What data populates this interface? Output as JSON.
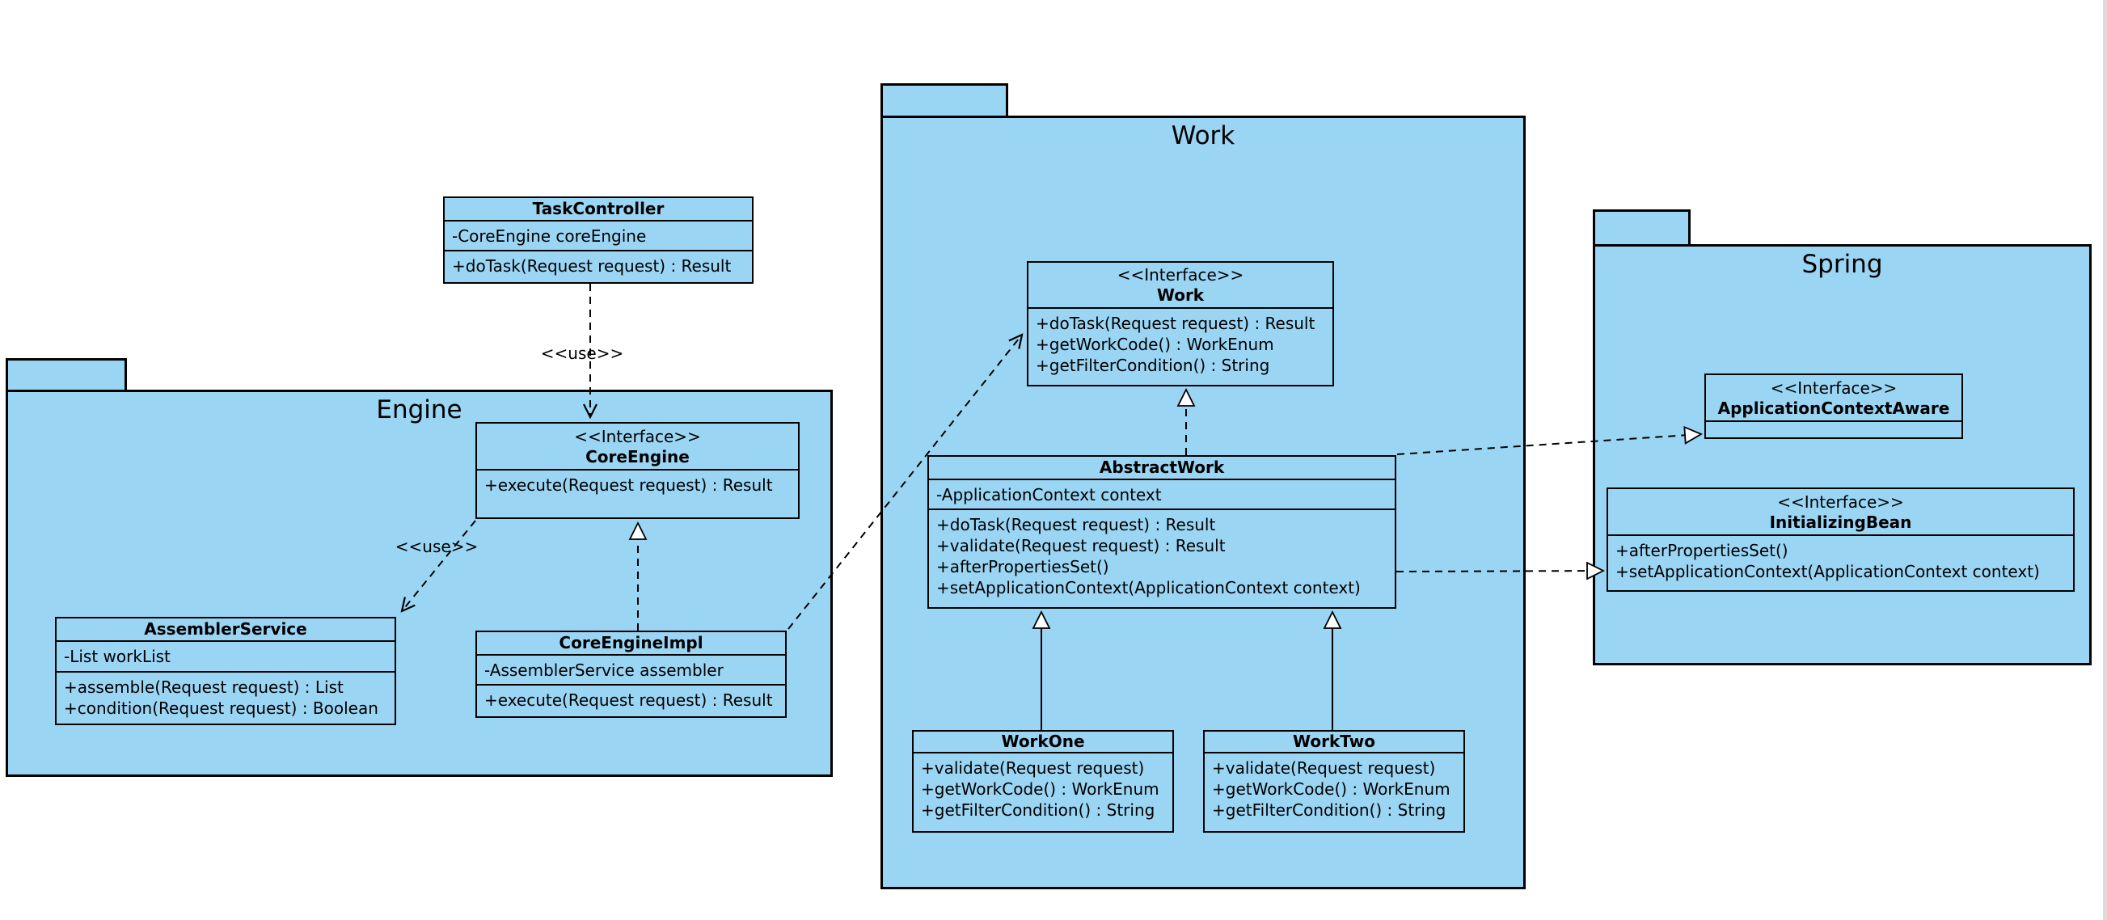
{
  "diagram": {
    "background_color": "#ffffff",
    "node_fill_color": "#9BD5F4",
    "border_color": "#000000"
  },
  "packages": {
    "engine": {
      "title": "Engine"
    },
    "work": {
      "title": "Work"
    },
    "spring": {
      "title": "Spring"
    }
  },
  "classes": {
    "task_controller": {
      "title": "TaskController",
      "attributes": [
        "-CoreEngine coreEngine"
      ],
      "methods": [
        "+doTask(Request request) : Result"
      ]
    },
    "core_engine": {
      "stereotype": "<<Interface>>",
      "title": "CoreEngine",
      "methods": [
        "+execute(Request request) : Result"
      ]
    },
    "assembler_service": {
      "title": "AssemblerService",
      "attributes": [
        "-List workList"
      ],
      "methods": [
        "+assemble(Request request) : List",
        "+condition(Request request) : Boolean"
      ]
    },
    "core_engine_impl": {
      "title": "CoreEngineImpl",
      "attributes": [
        "-AssemblerService assembler"
      ],
      "methods": [
        "+execute(Request request) : Result"
      ]
    },
    "work_interface": {
      "stereotype": "<<Interface>>",
      "title": "Work",
      "methods": [
        "+doTask(Request request) : Result",
        "+getWorkCode() : WorkEnum",
        "+getFilterCondition() : String"
      ]
    },
    "abstract_work": {
      "title": "AbstractWork",
      "attributes": [
        "-ApplicationContext context"
      ],
      "methods": [
        "+doTask(Request request) : Result",
        "+validate(Request request) : Result",
        "+afterPropertiesSet()",
        "+setApplicationContext(ApplicationContext context)"
      ]
    },
    "work_one": {
      "title": "WorkOne",
      "methods": [
        "+validate(Request request)",
        "+getWorkCode() : WorkEnum",
        "+getFilterCondition() : String"
      ]
    },
    "work_two": {
      "title": "WorkTwo",
      "methods": [
        "+validate(Request request)",
        "+getWorkCode() : WorkEnum",
        "+getFilterCondition() : String"
      ]
    },
    "application_context_aware": {
      "stereotype": "<<Interface>>",
      "title": "ApplicationContextAware",
      "methods": []
    },
    "initializing_bean": {
      "stereotype": "<<Interface>>",
      "title": "InitializingBean",
      "methods": [
        "+afterPropertiesSet()",
        "+setApplicationContext(ApplicationContext context)"
      ]
    }
  },
  "edges": {
    "use_taskcontroller_coreengine": {
      "type": "dependency",
      "from": "TaskController",
      "to": "CoreEngine",
      "label": "<<use>>"
    },
    "use_coreengine_assemblerservice": {
      "type": "dependency",
      "from": "CoreEngine",
      "to": "AssemblerService",
      "label": "<<use>>"
    },
    "realize_coreengineimpl_coreengine": {
      "type": "realization",
      "from": "CoreEngineImpl",
      "to": "CoreEngine"
    },
    "dep_coreengineimpl_work": {
      "type": "dependency",
      "from": "CoreEngineImpl",
      "to": "Work"
    },
    "realize_abstractwork_work": {
      "type": "realization",
      "from": "AbstractWork",
      "to": "Work"
    },
    "extend_workone_abstractwork": {
      "type": "generalization",
      "from": "WorkOne",
      "to": "AbstractWork"
    },
    "extend_worktwo_abstractwork": {
      "type": "generalization",
      "from": "WorkTwo",
      "to": "AbstractWork"
    },
    "realize_abstractwork_applicationcontextaware": {
      "type": "realization",
      "from": "AbstractWork",
      "to": "ApplicationContextAware"
    },
    "realize_abstractwork_initializingbean": {
      "type": "realization",
      "from": "AbstractWork",
      "to": "InitializingBean"
    }
  }
}
